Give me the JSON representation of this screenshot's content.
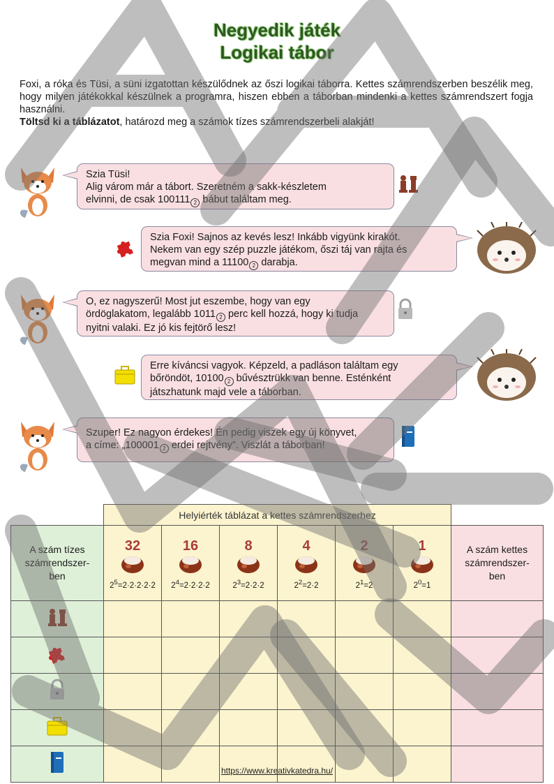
{
  "title_line1": "Negyedik játék",
  "title_line2": "Logikai tábor",
  "intro": {
    "paragraph": "Foxi, a róka és Tüsi, a süni izgatottan készülődnek az őszi logikai táborra. Kettes számrendszerben beszélik meg, hogy milyen játékokkal készülnek a programra, hiszen ebben a táborban mindenki a kettes számrendszert fogja használni.",
    "task_bold": "Töltsd ki a táblázatot",
    "task_rest": ", határozd meg a számok tízes számrendszerbeli alakját!"
  },
  "subscript_base": "2",
  "dialog": [
    {
      "l1": "Szia Tüsi!",
      "l2": "Alig várom már a tábort. Szeretném a sakk-készletem",
      "l3a": "elvinni, de csak 100111",
      "l3b": " bábut találtam meg.",
      "icon": "chess-pieces-icon"
    },
    {
      "l1": "Szia Foxi! Sajnos az kevés lesz! Inkább vigyünk kirakót.",
      "l2": "Nekem van egy szép puzzle játékom, őszi táj van rajta és",
      "l3a": "megvan mind a 11100",
      "l3b": " darabja.",
      "icon": "puzzle-icon"
    },
    {
      "l1": "O, ez nagyszerű! Most jut eszembe, hogy van egy",
      "l2a": "ördöglakatom, legalább 1011",
      "l2b": " perc kell hozzá, hogy ki tudja",
      "l3": "nyitni valaki. Ez jó kis fejtörő lesz!",
      "icon": "padlock-icon"
    },
    {
      "l1": "Erre kíváncsi vagyok. Képzeld, a padláson találtam egy",
      "l2a": "bőröndöt, 10100",
      "l2b": " bűvésztrükk van benne. Esténként",
      "l3": "játszhatunk majd vele a táborban.",
      "icon": "suitcase-icon"
    },
    {
      "l1": "Szuper! Ez nagyon érdekes! Én pedig viszek egy új könyvet,",
      "l2a": "a címe: „100001",
      "l2b": " erdei rejtvény”. Viszlát a táborban!",
      "icon": "book-icon"
    }
  ],
  "table": {
    "header": "Helyiérték táblázat a kettes számrendszerhez",
    "left_header": "A szám tízes számrendszer-ben",
    "right_header": "A szám kettes számrendszer-ben",
    "place_values": [
      {
        "value": "32",
        "base": "2",
        "exp": "5",
        "rest": "=2·2·2·2·2"
      },
      {
        "value": "16",
        "base": "2",
        "exp": "4",
        "rest": "=2·2·2·2"
      },
      {
        "value": "8",
        "base": "2",
        "exp": "3",
        "rest": "=2·2·2"
      },
      {
        "value": "4",
        "base": "2",
        "exp": "2",
        "rest": "=2·2"
      },
      {
        "value": "2",
        "base": "2",
        "exp": "1",
        "rest": "=2"
      },
      {
        "value": "1",
        "base": "2",
        "exp": "0",
        "rest": "=1"
      }
    ],
    "row_icons": [
      "chess-pieces-icon",
      "puzzle-icon",
      "padlock-icon",
      "suitcase-icon",
      "book-icon"
    ]
  },
  "footer_link": "https://www.kreativkatedra.hu/",
  "colors": {
    "title": "#2d5a1e",
    "bubble": "#f9dfe2",
    "yellow": "#fbf4cf",
    "green": "#dff0d8",
    "pink": "#f9dfe2",
    "value_red": "#a83c3c"
  }
}
